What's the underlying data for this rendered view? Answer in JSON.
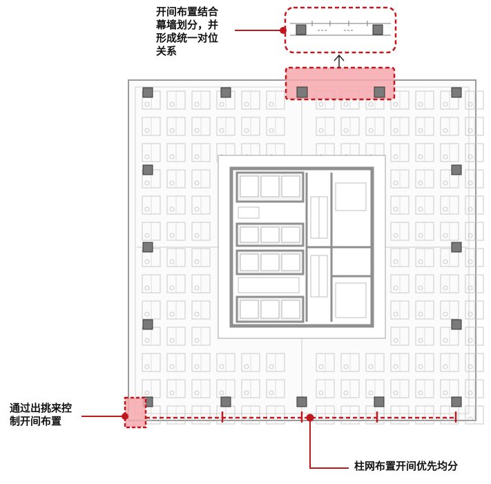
{
  "annotations": {
    "curtain_wall": "开间布置结合\n幕墙划分，并\n形成统一对位\n关系",
    "cantilever": "通过出挑来控\n制开间布置",
    "column_grid": "柱网布置开间优先均分"
  },
  "colors": {
    "accent": "#c0161c",
    "highlight_fill": "#f6a8ae",
    "column": "#7a7a7a",
    "core": "#8f8f8f",
    "line": "#b9b9b9"
  }
}
